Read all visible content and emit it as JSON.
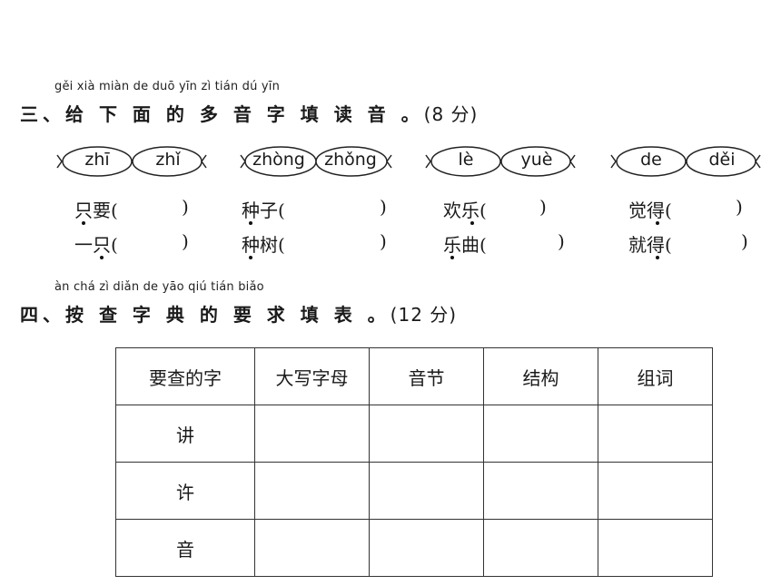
{
  "section3": {
    "pinyin": "gěi xià miàn de duō yīn zì tián dú yīn",
    "title": "三、给 下 面 的 多 音 字 填 读 音 。",
    "score": "(8 分)",
    "groups": [
      {
        "readings": [
          "zhī",
          "zhǐ"
        ],
        "words": [
          "只要(",
          "一只("
        ]
      },
      {
        "readings": [
          "zhòng",
          "zhǒng"
        ],
        "words": [
          "种子(",
          "种树("
        ]
      },
      {
        "readings": [
          "lè",
          "yuè"
        ],
        "words": [
          "欢乐(",
          "乐曲("
        ]
      },
      {
        "readings": [
          "de",
          "děi"
        ],
        "words": [
          "觉得(",
          "就得("
        ]
      }
    ],
    "close_paren": ")"
  },
  "section4": {
    "pinyin": "àn chá zì diǎn de yāo qiú tián biǎo",
    "title": "四、按 查 字 典 的 要 求 填 表 。",
    "score": "(12 分)",
    "headers": [
      "要查的字",
      "大写字母",
      "音节",
      "结构",
      "组词"
    ],
    "rows": [
      "讲",
      "许",
      "音"
    ]
  }
}
